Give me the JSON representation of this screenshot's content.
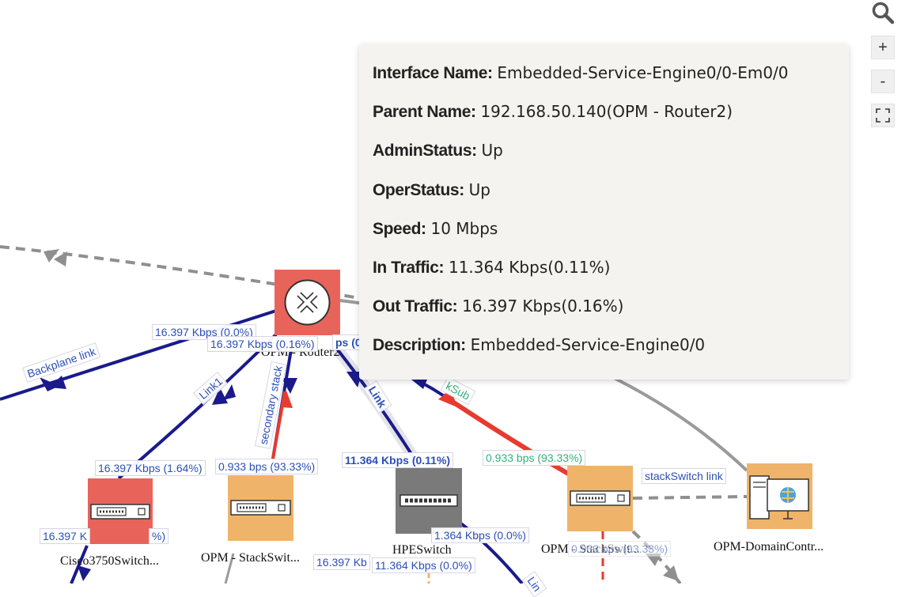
{
  "toolbar": {
    "search_icon": "search-icon",
    "zoom_in_label": "+",
    "zoom_out_label": "-",
    "fullscreen_icon": "fullscreen-icon"
  },
  "colors": {
    "router": "#e8645a",
    "stackswitch": "#efb46a",
    "hpeswitch": "#7a7a7a",
    "link_blue": "#1a1a8c",
    "link_red": "#e83a2e",
    "link_gray": "#8f8f8f",
    "tooltip_bg": "#f4f3ef"
  },
  "nodes": {
    "router": {
      "label": "OPM - Router2",
      "icon": "router-icon"
    },
    "cisco": {
      "label": "Cisco3750Switch..."
    },
    "stack1": {
      "label": "OPM - StackSwit..."
    },
    "hpe": {
      "label": "HPESwitch"
    },
    "stack2": {
      "label": "OPM - StackSwit..."
    },
    "domain": {
      "label": "OPM-DomainContr...",
      "icon": "windows-server-icon"
    }
  },
  "link_labels": {
    "l1": "16.397 Kbps (0.0%)",
    "l2": "16.397 Kbps (0.16%)",
    "l3": "ps (0",
    "l4": "Backplane link",
    "l5": "Link1",
    "l6": "secondary stack",
    "l7": "Link",
    "l8": "kSub",
    "l9": "16.397 Kbps (1.64%)",
    "l10": "0.933 bps (93.33%)",
    "l11": "11.364 Kbps (0.11%)",
    "l12": "0.933 bps (93.33%)",
    "l13": "stackSwitch link",
    "l14": "16.397 K",
    "l15": "%)",
    "l16": "1.364 Kbps (0.0%)",
    "l17": "16.397 Kb",
    "l18": "11.364 Kbps (0.0%)",
    "l19": "0.933 bps (93.33%)",
    "l20": "Lin"
  },
  "tooltip": {
    "rows": [
      {
        "key": "Interface Name:",
        "value": "Embedded-Service-Engine0/0-Em0/0"
      },
      {
        "key": "Parent Name:",
        "value": "192.168.50.140(OPM - Router2)"
      },
      {
        "key": "AdminStatus:",
        "value": "Up"
      },
      {
        "key": "OperStatus:",
        "value": "Up"
      },
      {
        "key": "Speed:",
        "value": "10 Mbps"
      },
      {
        "key": "In Traffic:",
        "value": "11.364 Kbps(0.11%)"
      },
      {
        "key": "Out Traffic:",
        "value": "16.397 Kbps(0.16%)"
      },
      {
        "key": "Description:",
        "value": "Embedded-Service-Engine0/0"
      }
    ]
  }
}
